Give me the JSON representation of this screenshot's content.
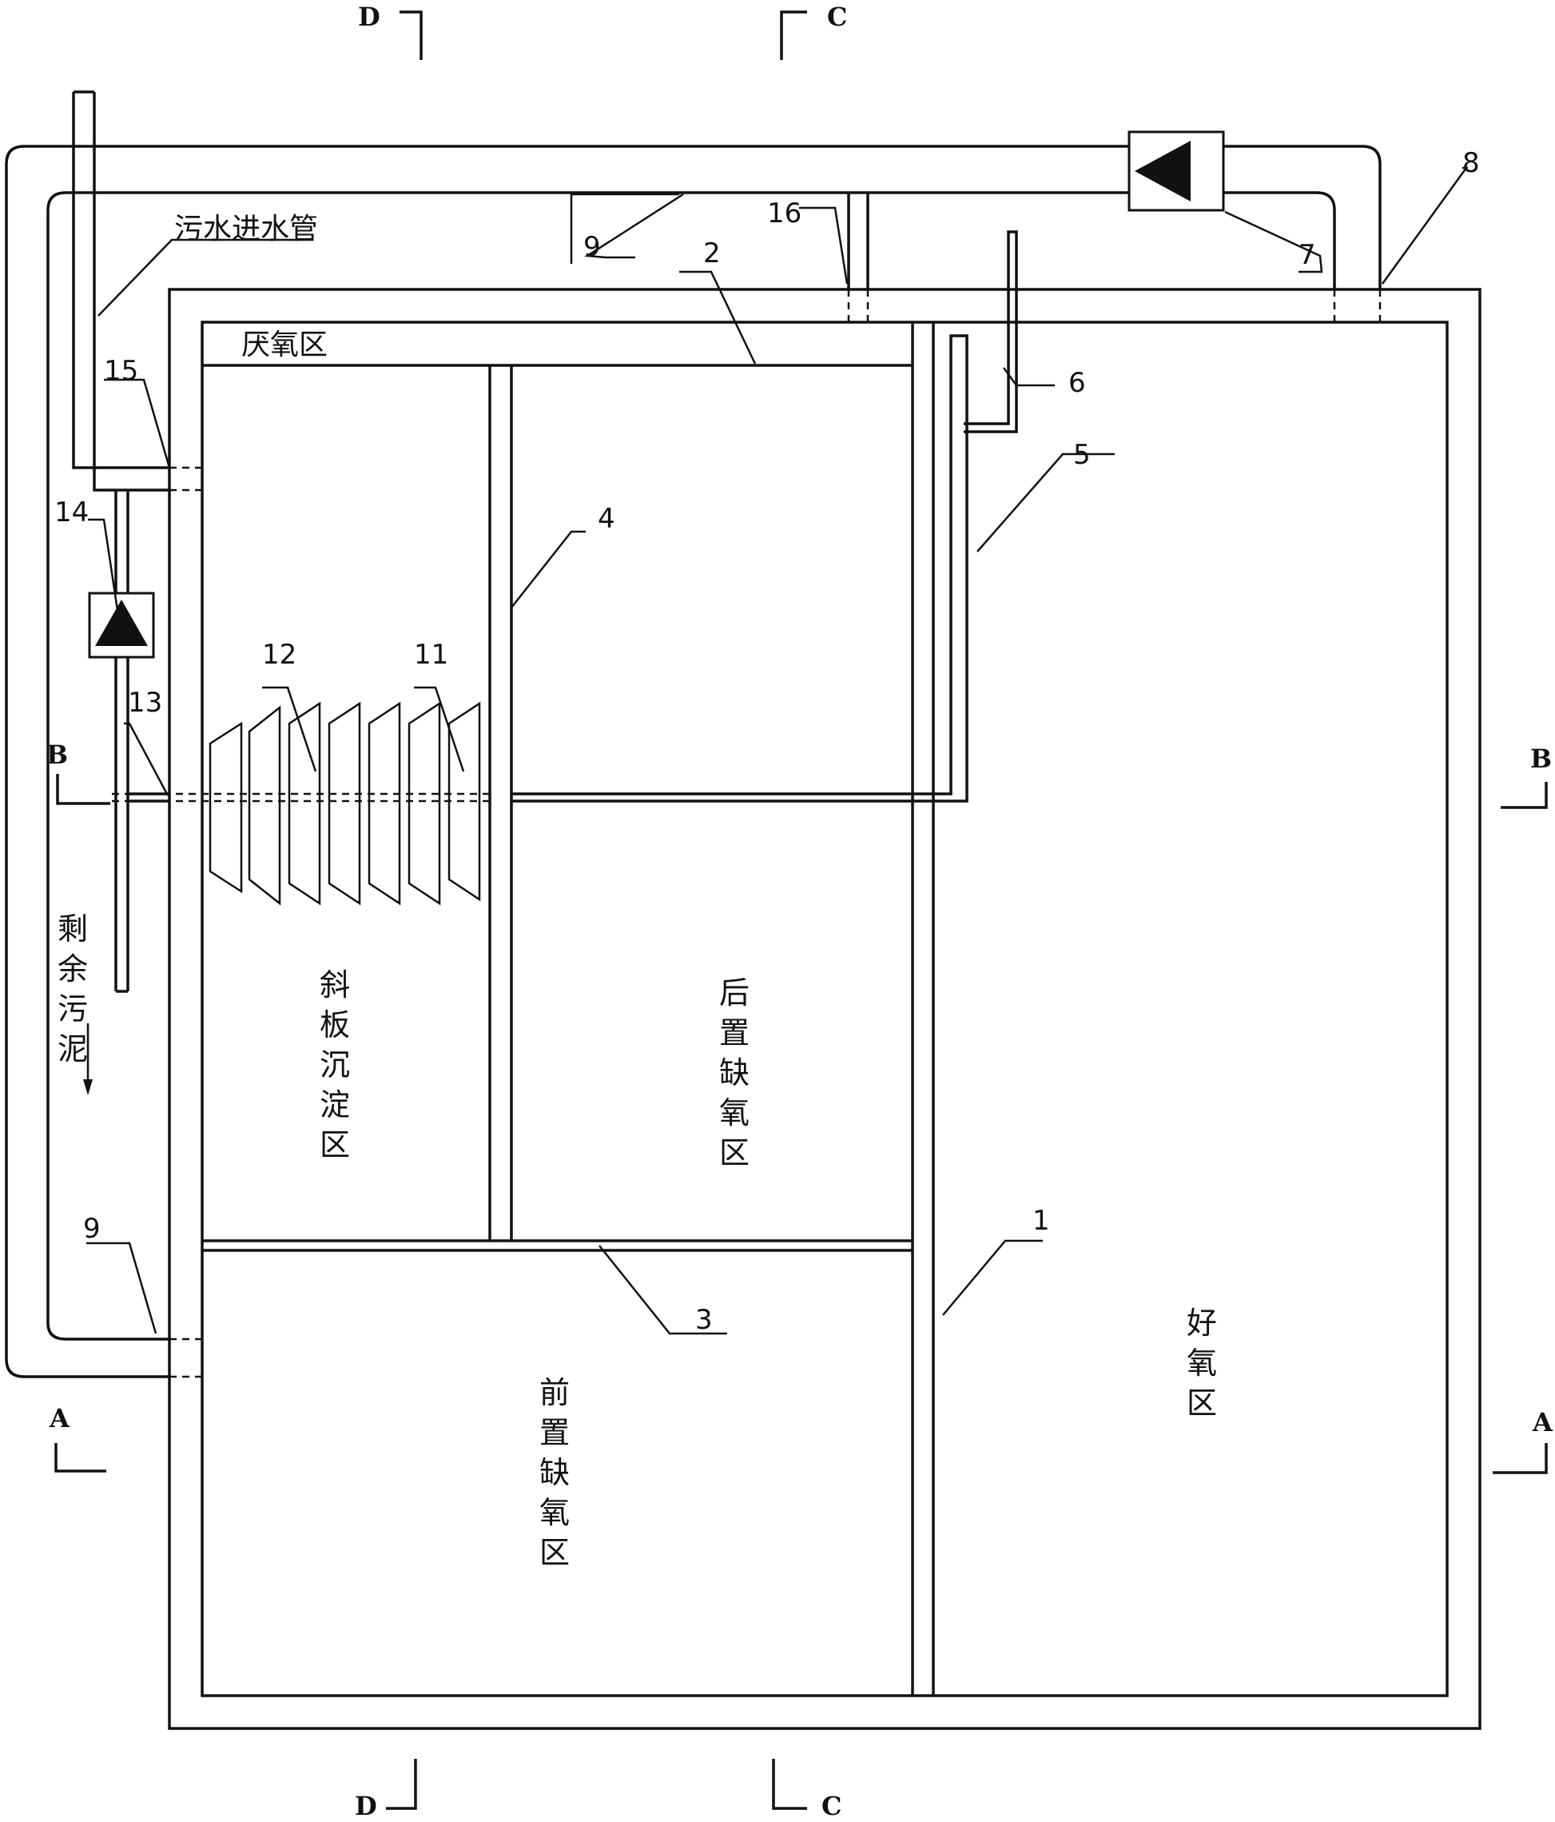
{
  "labels": {
    "inlet_pipe": "污水进水管",
    "anaerobic_zone": "厌氧区",
    "sedimentation_zone": [
      "斜",
      "板",
      "沉",
      "淀",
      "区"
    ],
    "post_anoxic_zone": [
      "后",
      "置",
      "缺",
      "氧",
      "区"
    ],
    "pre_anoxic_zone": [
      "前",
      "置",
      "缺",
      "氧",
      "区"
    ],
    "aerobic_zone": [
      "好",
      "氧",
      "区"
    ],
    "excess_sludge": [
      "剩",
      "余",
      "污",
      "泥"
    ]
  },
  "callouts": {
    "n1": "1",
    "n2": "2",
    "n3": "3",
    "n4": "4",
    "n5": "5",
    "n6": "6",
    "n7": "7",
    "n8": "8",
    "n9_top": "9",
    "n9_bottom": "9",
    "n11": "11",
    "n12": "12",
    "n13": "13",
    "n14": "14",
    "n15": "15",
    "n16": "16"
  },
  "sections": {
    "d_top": "D",
    "c_top": "C",
    "b_left": "B",
    "b_right": "B",
    "a_left": "A",
    "a_right": "A",
    "d_bottom": "D",
    "c_bottom": "C"
  }
}
